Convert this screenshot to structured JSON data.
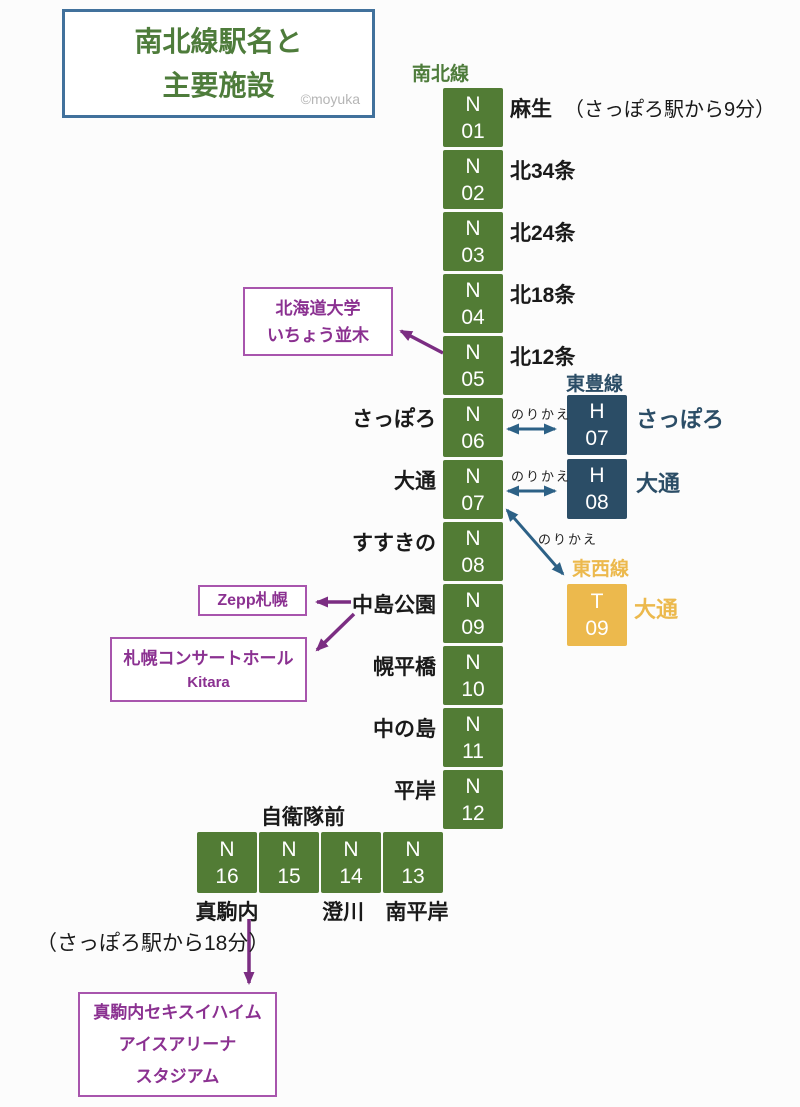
{
  "title": {
    "line1": "南北線駅名と",
    "line2": "主要施設",
    "credit": "©moyuka"
  },
  "namboku": {
    "label": "南北線",
    "stations": [
      {
        "letter": "N",
        "num": "01",
        "name": "麻生",
        "note": "（さっぽろ駅から9分）"
      },
      {
        "letter": "N",
        "num": "02",
        "name": "北34条"
      },
      {
        "letter": "N",
        "num": "03",
        "name": "北24条"
      },
      {
        "letter": "N",
        "num": "04",
        "name": "北18条"
      },
      {
        "letter": "N",
        "num": "05",
        "name": "北12条"
      },
      {
        "letter": "N",
        "num": "06",
        "name": "さっぽろ"
      },
      {
        "letter": "N",
        "num": "07",
        "name": "大通"
      },
      {
        "letter": "N",
        "num": "08",
        "name": "すすきの"
      },
      {
        "letter": "N",
        "num": "09",
        "name": "中島公園"
      },
      {
        "letter": "N",
        "num": "10",
        "name": "幌平橋"
      },
      {
        "letter": "N",
        "num": "11",
        "name": "中の島"
      },
      {
        "letter": "N",
        "num": "12",
        "name": "平岸"
      }
    ],
    "branch": {
      "above_label": "自衛隊前",
      "boxes": [
        {
          "letter": "N",
          "num": "16",
          "below": "真駒内"
        },
        {
          "letter": "N",
          "num": "15",
          "below": ""
        },
        {
          "letter": "N",
          "num": "14",
          "below": "澄川"
        },
        {
          "letter": "N",
          "num": "13",
          "below": "南平岸"
        }
      ]
    }
  },
  "transfers": {
    "norikae": "のりかえ",
    "toho": {
      "line": "東豊線",
      "stations": [
        {
          "letter": "H",
          "num": "07",
          "name": "さっぽろ"
        },
        {
          "letter": "H",
          "num": "08",
          "name": "大通"
        }
      ]
    },
    "tozai": {
      "line": "東西線",
      "stations": [
        {
          "letter": "T",
          "num": "09",
          "name": "大通"
        }
      ]
    }
  },
  "annotations": {
    "hokudai": {
      "line1": "北海道大学",
      "line2": "いちょう並木"
    },
    "zepp": {
      "line1": "Zepp札幌"
    },
    "kitara": {
      "line1": "札幌コンサートホール",
      "line2": "Kitara"
    },
    "makomanai": {
      "line1": "真駒内セキスイハイム",
      "line2": "アイスアリーナ",
      "line3": "スタジアム"
    },
    "time_note": "（さっぽろ駅から18分）"
  },
  "colors": {
    "line_green": "#527C35",
    "toho_navy": "#2B4D66",
    "tozai_yellow": "#ECB94D",
    "facility_purple": "#8B3191",
    "facility_border": "#A855AD",
    "arrow_blue": "#2D6186",
    "arrow_purple": "#7B2D82",
    "title_border": "#41719C"
  }
}
